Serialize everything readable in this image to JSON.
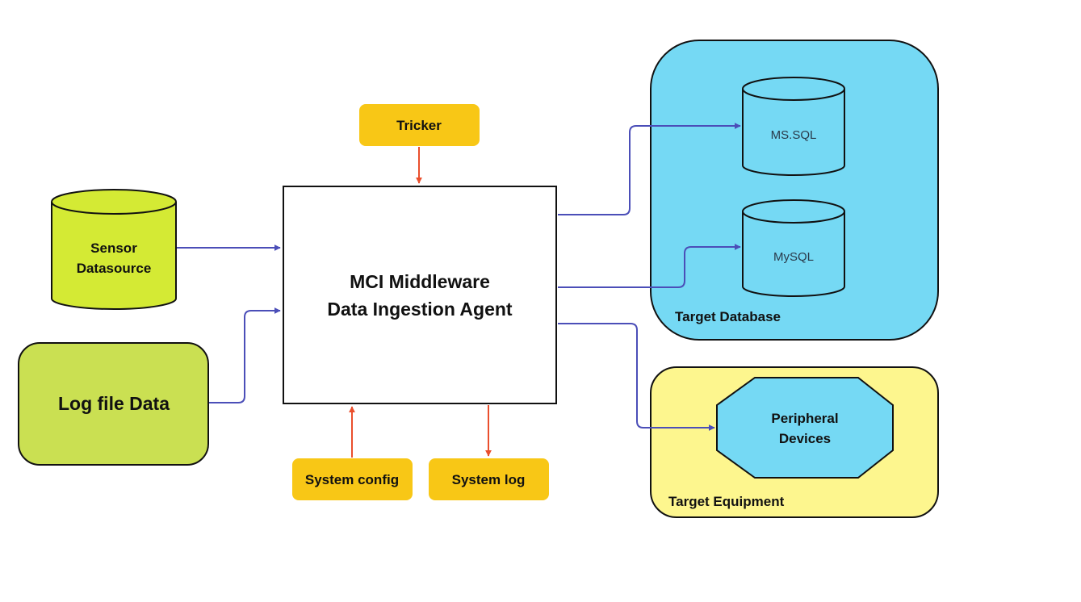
{
  "colors": {
    "db_group_fill": "#75d9f4",
    "equip_group_fill": "#fdf68e",
    "source_fill": "#cae052",
    "source_fill_bright": "#d4ea34",
    "control_fill": "#f8c716",
    "flow_arrow": "#4b4eb8",
    "control_arrow": "#ea4f2d",
    "stroke": "#111111"
  },
  "groups": {
    "target_database": {
      "label": "Target Database",
      "icon": "rounded-rect"
    },
    "target_equipment": {
      "label": "Target Equipment",
      "icon": "rounded-rect"
    }
  },
  "nodes": {
    "sensor": {
      "line1": "Sensor",
      "line2": "Datasource",
      "icon": "cylinder"
    },
    "logfile": {
      "label": "Log file Data",
      "icon": "rounded-rect"
    },
    "middleware": {
      "line1": "MCI Middleware",
      "line2": "Data Ingestion Agent",
      "icon": "rectangle"
    },
    "tricker": {
      "label": "Tricker"
    },
    "system_config": {
      "label": "System config"
    },
    "system_log": {
      "label": "System log"
    },
    "mssql": {
      "label": "MS.SQL",
      "icon": "cylinder"
    },
    "mysql": {
      "label": "MySQL",
      "icon": "cylinder"
    },
    "peripheral": {
      "line1": "Peripheral",
      "line2": "Devices",
      "icon": "octagon"
    }
  },
  "edges": [
    {
      "from": "sensor",
      "to": "middleware"
    },
    {
      "from": "logfile",
      "to": "middleware"
    },
    {
      "from": "tricker",
      "to": "middleware"
    },
    {
      "from": "system_config",
      "to": "middleware"
    },
    {
      "from": "middleware",
      "to": "system_log"
    },
    {
      "from": "middleware",
      "to": "mssql"
    },
    {
      "from": "middleware",
      "to": "mysql"
    },
    {
      "from": "middleware",
      "to": "peripheral"
    }
  ]
}
